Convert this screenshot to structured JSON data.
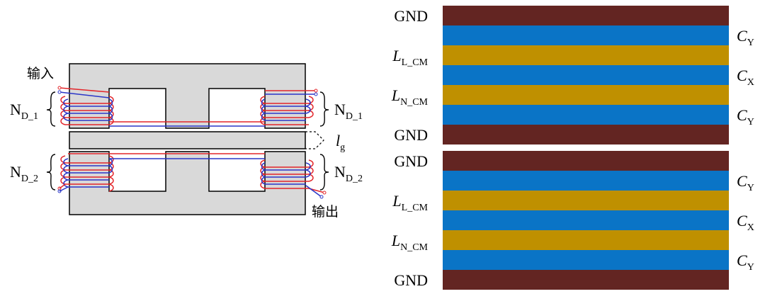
{
  "colors": {
    "gnd": "#632522",
    "cy": "#0a74c6",
    "cm": "#bf9000",
    "core": "#d9d9d9",
    "wire_red": "#e3262a",
    "wire_blue": "#2b36c7"
  },
  "left": {
    "input_label": "输入",
    "output_label": "输出",
    "nd1": {
      "main": "N",
      "sub": "D_1"
    },
    "nd2": {
      "main": "N",
      "sub": "D_2"
    },
    "gap": {
      "main": "l",
      "sub": "g"
    }
  },
  "right": {
    "stacks": [
      {
        "rows": [
          {
            "kind": "gnd",
            "left": {
              "main": "GND",
              "sub": ""
            },
            "right": null
          },
          {
            "kind": "cy",
            "left": null,
            "right": {
              "main": "C",
              "sub": "Y"
            }
          },
          {
            "kind": "cm",
            "left": {
              "main": "L",
              "sub": "L_CM"
            },
            "right": null
          },
          {
            "kind": "cy",
            "left": null,
            "right": {
              "main": "C",
              "sub": "X"
            }
          },
          {
            "kind": "cm",
            "left": {
              "main": "L",
              "sub": "N_CM"
            },
            "right": null
          },
          {
            "kind": "cy",
            "left": null,
            "right": {
              "main": "C",
              "sub": "Y"
            }
          },
          {
            "kind": "gnd",
            "left": {
              "main": "GND",
              "sub": ""
            },
            "right": null
          }
        ]
      },
      {
        "rows": [
          {
            "kind": "gnd",
            "left": {
              "main": "GND",
              "sub": ""
            },
            "right": null
          },
          {
            "kind": "cy",
            "left": null,
            "right": {
              "main": "C",
              "sub": "Y"
            }
          },
          {
            "kind": "cm",
            "left": {
              "main": "L",
              "sub": "L_CM"
            },
            "right": null
          },
          {
            "kind": "cy",
            "left": null,
            "right": {
              "main": "C",
              "sub": "X"
            }
          },
          {
            "kind": "cm",
            "left": {
              "main": "L",
              "sub": "N_CM"
            },
            "right": null
          },
          {
            "kind": "cy",
            "left": null,
            "right": {
              "main": "C",
              "sub": "Y"
            }
          },
          {
            "kind": "gnd",
            "left": {
              "main": "GND",
              "sub": ""
            },
            "right": null
          }
        ]
      }
    ]
  }
}
